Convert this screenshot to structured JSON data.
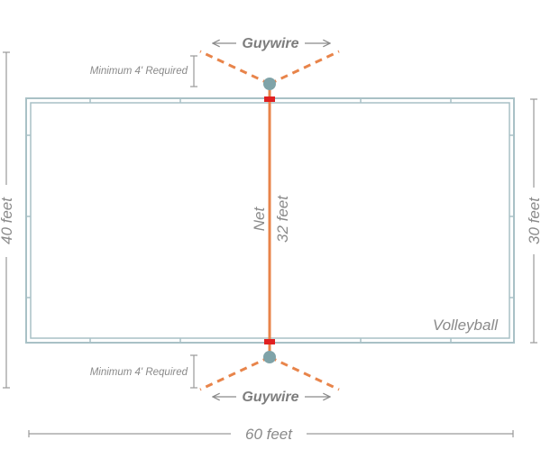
{
  "labels": {
    "guywire_top": "Guywire",
    "guywire_bottom": "Guywire",
    "min_top": "Minimum 4' Required",
    "min_bottom": "Minimum 4' Required",
    "net": "Net",
    "net_length": "32 feet",
    "court_width_outer": "40 feet",
    "court_width_inner": "30 feet",
    "court_length": "60 feet",
    "sport": "Volleyball"
  },
  "colors": {
    "court_line": "#a9c1c6",
    "net": "#e8844a",
    "guywire": "#e8844a",
    "post": "#7fa3a8",
    "post_marker": "#e02020",
    "dimension_line": "#9a9a9a",
    "text": "#8a8a8a"
  }
}
